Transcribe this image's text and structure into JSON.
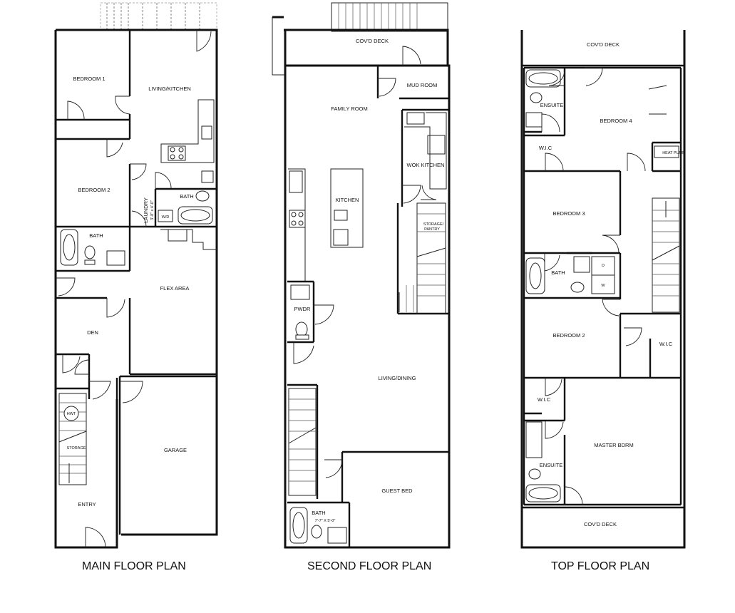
{
  "plans": [
    {
      "title": "MAIN FLOOR PLAN",
      "rooms": {
        "bedroom1": "BEDROOM 1",
        "living_kitchen": "LIVING/KITCHEN",
        "bedroom2": "BEDROOM 2",
        "bath_small": "BATH",
        "laundry": "LAUNDRY",
        "laundry_dim": "3'-8\" x 4'-0\"",
        "wd": "W/D",
        "bath": "BATH",
        "flex": "FLEX AREA",
        "den": "DEN",
        "hwt": "HWT",
        "storage": "STORAGE",
        "garage": "GARAGE",
        "entry": "ENTRY"
      }
    },
    {
      "title": "SECOND FLOOR PLAN",
      "rooms": {
        "covd_deck": "COV'D DECK",
        "mud_room": "MUD ROOM",
        "family_room": "FAMILY ROOM",
        "wok_kitchen": "WOK KITCHEN",
        "kitchen": "KITCHEN",
        "storage_pantry_1": "STORAGE/",
        "storage_pantry_2": "PANTRY",
        "pwdr": "PWDR",
        "living_dining": "LIVING/DINING",
        "guest_bed": "GUEST BED",
        "bath": "BATH",
        "bath_dim": "7'-7\" X 5'-0\""
      }
    },
    {
      "title": "TOP FLOOR PLAN",
      "rooms": {
        "covd_deck_top": "COV'D DECK",
        "ensuite_top": "ENSUITE",
        "bedroom4": "BEDROOM 4",
        "wic_1": "W.I.C",
        "heat_pump": "HEAT PUMP",
        "bedroom3": "BEDROOM 3",
        "bath": "BATH",
        "d": "D",
        "w": "W",
        "bedroom2": "BEDROOM 2",
        "wic_2": "W.I.C",
        "wic_3": "W.I.C",
        "master": "MASTER BDRM",
        "ensuite_bottom": "ENSUITE",
        "covd_deck_bottom": "COV'D DECK"
      }
    }
  ]
}
